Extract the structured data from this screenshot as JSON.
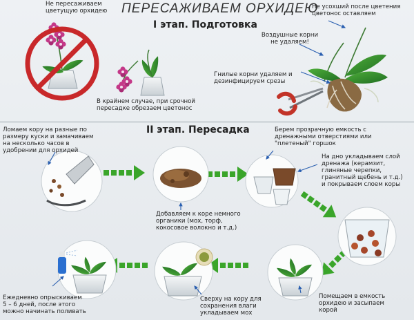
{
  "title": "ПЕРЕСАЖИВАЕМ ОРХИДЕЮ",
  "stage1": "I этап. Подготовка",
  "stage2": "II этап. Пересадка",
  "notes": {
    "no_flowering": "Не пересаживаем\nцветущую орхидею",
    "cut_spike": "В крайнем случае, при срочной\nпересадке обрезаем цветонос",
    "spike_kept": "Не усохший после цветения\nцветонос оставляем",
    "air_roots": "Воздушные корни\nне удаляем!",
    "rotten_roots": "Гнилые корни удаляем и\nдезинфицируем срезы",
    "bark": "Ломаем кору на разные по\nразмеру куски и замачиваем\nна несколько часов в\nудобрении для орхидей",
    "container": "Берем прозрачную емкость с\nдренажными отверстиями или\n\"плетеный\" горшок",
    "drainage": "На дно укладываем слой\nдренажа (керамзит,\nглиняные черепки,\nгранитный щебень и т.д.)\nи покрываем слоем коры",
    "organics": "Добавляем к коре немного\nорганики (мох, торф,\nкокосовое волокно и т.д.)",
    "spray": "Ежедневно опрыскиваем\n5 – 6 дней, после этого\nможно начинать поливать",
    "moss": "Сверху на кору для\nсохранения влаги\nукладываем мох",
    "place": "Помещаем в емкость\nорхидею и засыпаем\nкорой"
  },
  "colors": {
    "arrow": "#3aa52a",
    "ban": "#c8282a",
    "leaf": "#2f8a2c",
    "flower": "#b0307a",
    "pointer": "#2a5fb0"
  }
}
